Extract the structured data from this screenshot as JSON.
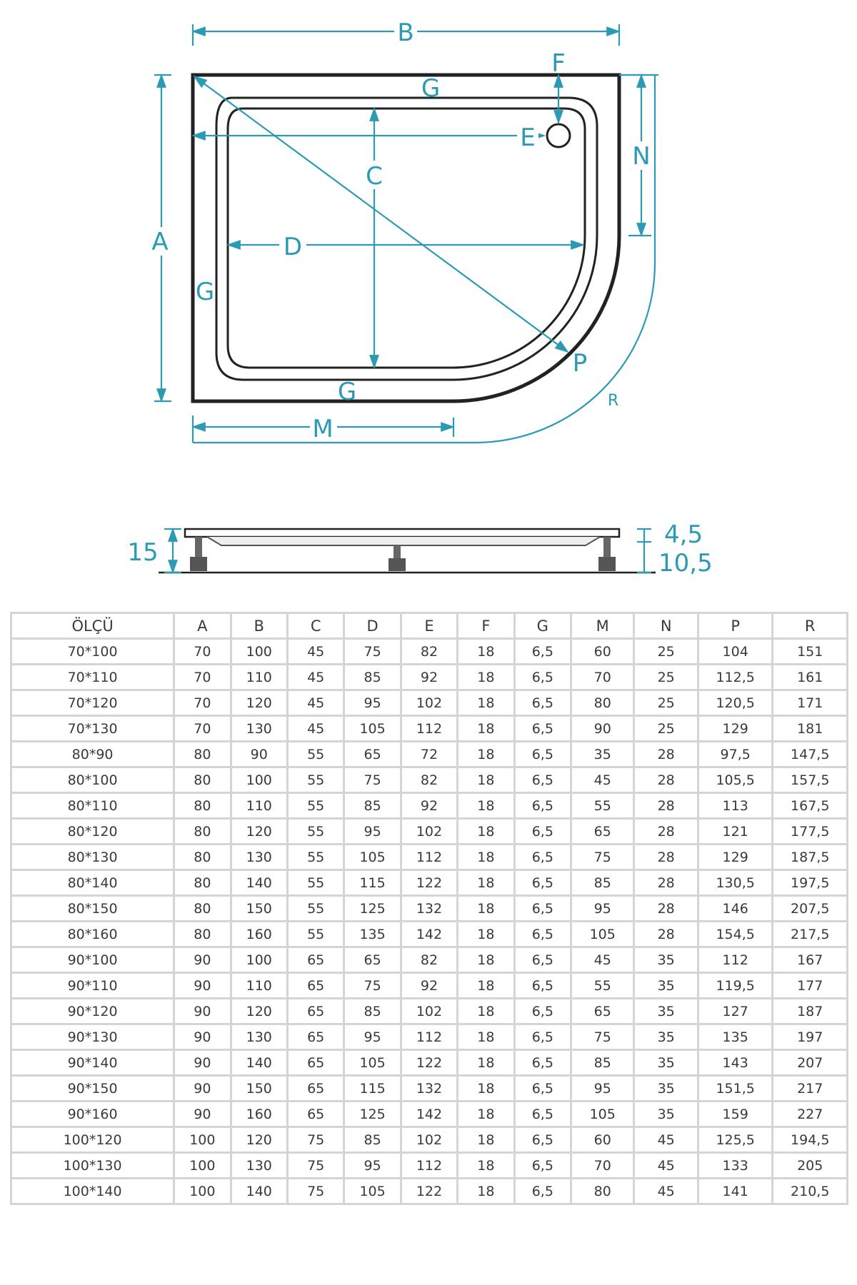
{
  "diagram": {
    "labels": {
      "A": "A",
      "B": "B",
      "C": "C",
      "D": "D",
      "E": "E",
      "F": "F",
      "G_top": "G",
      "G_left": "G",
      "G_bottom": "G",
      "M": "M",
      "N": "N",
      "P": "P",
      "R": "R"
    },
    "side": {
      "height": "15",
      "top": "4,5",
      "bottom": "10,5"
    },
    "accent": "#2a9ab5"
  },
  "table": {
    "headers": [
      "ÖLÇÜ",
      "A",
      "B",
      "C",
      "D",
      "E",
      "F",
      "G",
      "M",
      "N",
      "P",
      "R"
    ],
    "rows": [
      [
        "70*100",
        "70",
        "100",
        "45",
        "75",
        "82",
        "18",
        "6,5",
        "60",
        "25",
        "104",
        "151"
      ],
      [
        "70*110",
        "70",
        "110",
        "45",
        "85",
        "92",
        "18",
        "6,5",
        "70",
        "25",
        "112,5",
        "161"
      ],
      [
        "70*120",
        "70",
        "120",
        "45",
        "95",
        "102",
        "18",
        "6,5",
        "80",
        "25",
        "120,5",
        "171"
      ],
      [
        "70*130",
        "70",
        "130",
        "45",
        "105",
        "112",
        "18",
        "6,5",
        "90",
        "25",
        "129",
        "181"
      ],
      [
        "80*90",
        "80",
        "90",
        "55",
        "65",
        "72",
        "18",
        "6,5",
        "35",
        "28",
        "97,5",
        "147,5"
      ],
      [
        "80*100",
        "80",
        "100",
        "55",
        "75",
        "82",
        "18",
        "6,5",
        "45",
        "28",
        "105,5",
        "157,5"
      ],
      [
        "80*110",
        "80",
        "110",
        "55",
        "85",
        "92",
        "18",
        "6,5",
        "55",
        "28",
        "113",
        "167,5"
      ],
      [
        "80*120",
        "80",
        "120",
        "55",
        "95",
        "102",
        "18",
        "6,5",
        "65",
        "28",
        "121",
        "177,5"
      ],
      [
        "80*130",
        "80",
        "130",
        "55",
        "105",
        "112",
        "18",
        "6,5",
        "75",
        "28",
        "129",
        "187,5"
      ],
      [
        "80*140",
        "80",
        "140",
        "55",
        "115",
        "122",
        "18",
        "6,5",
        "85",
        "28",
        "130,5",
        "197,5"
      ],
      [
        "80*150",
        "80",
        "150",
        "55",
        "125",
        "132",
        "18",
        "6,5",
        "95",
        "28",
        "146",
        "207,5"
      ],
      [
        "80*160",
        "80",
        "160",
        "55",
        "135",
        "142",
        "18",
        "6,5",
        "105",
        "28",
        "154,5",
        "217,5"
      ],
      [
        "90*100",
        "90",
        "100",
        "65",
        "65",
        "82",
        "18",
        "6,5",
        "45",
        "35",
        "112",
        "167"
      ],
      [
        "90*110",
        "90",
        "110",
        "65",
        "75",
        "92",
        "18",
        "6,5",
        "55",
        "35",
        "119,5",
        "177"
      ],
      [
        "90*120",
        "90",
        "120",
        "65",
        "85",
        "102",
        "18",
        "6,5",
        "65",
        "35",
        "127",
        "187"
      ],
      [
        "90*130",
        "90",
        "130",
        "65",
        "95",
        "112",
        "18",
        "6,5",
        "75",
        "35",
        "135",
        "197"
      ],
      [
        "90*140",
        "90",
        "140",
        "65",
        "105",
        "122",
        "18",
        "6,5",
        "85",
        "35",
        "143",
        "207"
      ],
      [
        "90*150",
        "90",
        "150",
        "65",
        "115",
        "132",
        "18",
        "6,5",
        "95",
        "35",
        "151,5",
        "217"
      ],
      [
        "90*160",
        "90",
        "160",
        "65",
        "125",
        "142",
        "18",
        "6,5",
        "105",
        "35",
        "159",
        "227"
      ],
      [
        "100*120",
        "100",
        "120",
        "75",
        "85",
        "102",
        "18",
        "6,5",
        "60",
        "45",
        "125,5",
        "194,5"
      ],
      [
        "100*130",
        "100",
        "130",
        "75",
        "95",
        "112",
        "18",
        "6,5",
        "70",
        "45",
        "133",
        "205"
      ],
      [
        "100*140",
        "100",
        "140",
        "75",
        "105",
        "122",
        "18",
        "6,5",
        "80",
        "45",
        "141",
        "210,5"
      ]
    ]
  }
}
